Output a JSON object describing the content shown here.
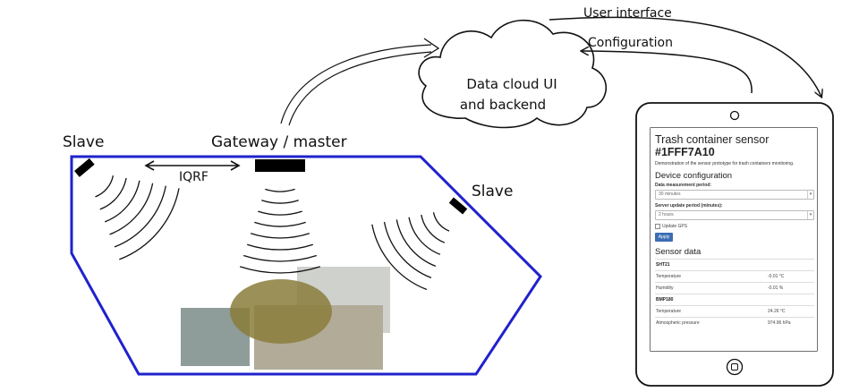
{
  "labels": {
    "cloud": [
      "Data cloud UI",
      "and backend"
    ],
    "user_interface": "User interface",
    "configuration": "Configuration",
    "gateway": "Gateway / master",
    "slave_left": "Slave",
    "slave_right": "Slave",
    "iqrf": "IQRF"
  },
  "colors": {
    "room_outline": "#1f22cc",
    "node": "#000000",
    "apply_button": "#3b6db3"
  },
  "tablet": {
    "title": "Trash container sensor",
    "device_id": "#1FFF7A10",
    "description": "Demonstration of the sensor prototype for trash containers monitoring.",
    "device_config_heading": "Device configuration",
    "measurement_period_label": "Data measurement period:",
    "measurement_period_value": "30 minutes",
    "server_period_label": "Server update period (minutes):",
    "server_period_value": "2 hours",
    "gps_label": "Update GPS",
    "apply_label": "Apply",
    "sensor_heading": "Sensor data",
    "sensors": [
      {
        "name": "SHT21",
        "rows": [
          {
            "label": "Temperature",
            "value": "-0.01 °C"
          },
          {
            "label": "Humidity",
            "value": "-0.01 %"
          }
        ]
      },
      {
        "name": "BMP180",
        "rows": [
          {
            "label": "Temperature",
            "value": "24.26 °C"
          },
          {
            "label": "Atmospheric pressure",
            "value": "974.96 hPa"
          }
        ]
      }
    ]
  }
}
